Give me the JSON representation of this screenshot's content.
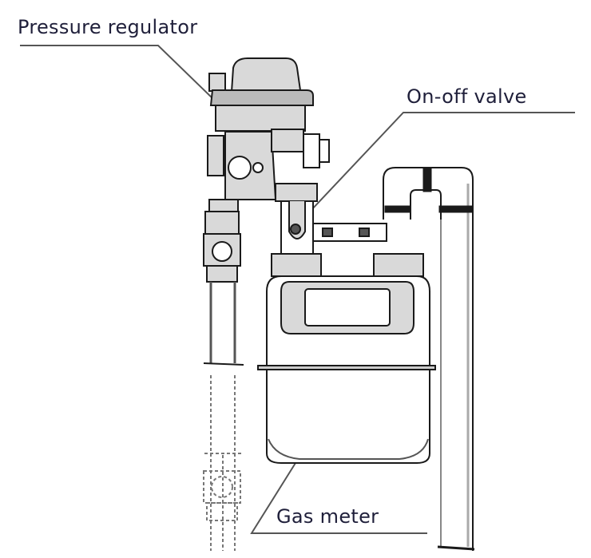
{
  "diagram": {
    "title": "Gas meter assembly",
    "labels": {
      "pressure_regulator": "Pressure regulator",
      "on_off_valve": "On-off valve",
      "gas_meter": "Gas meter"
    },
    "colors": {
      "line": "#1a1a1a",
      "fill": "#d9d9d9",
      "leader": "#555555",
      "text": "#1f1f3a"
    }
  }
}
